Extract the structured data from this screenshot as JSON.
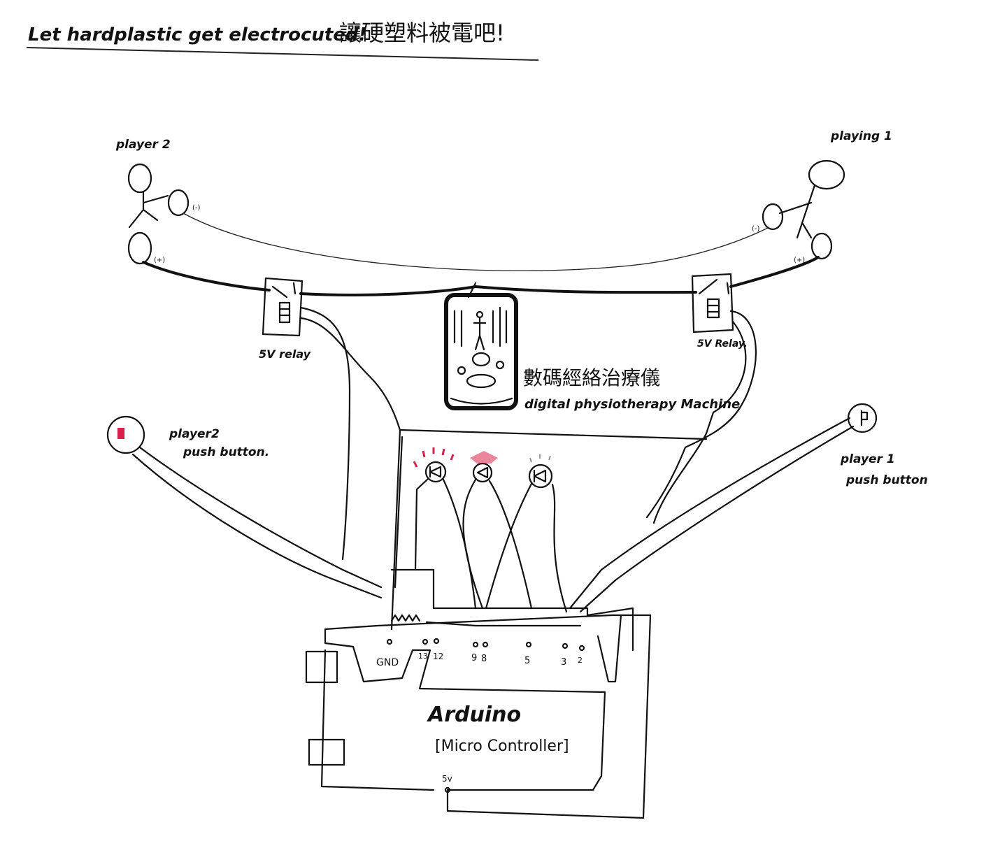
{
  "title": {
    "english": "Let hardplastic get electrocuted!",
    "chinese": "讓硬塑料被電吧!"
  },
  "players": {
    "player2_label": "player 2",
    "player1_label": "playing 1",
    "minus": "(-)",
    "plus": "(+)"
  },
  "relays": {
    "left": "5V relay",
    "right": "5V Relay."
  },
  "machine": {
    "chinese": "數碼經絡治療儀",
    "english": "digital physiotherapy Machine"
  },
  "buttons": {
    "player2": [
      "player2",
      "push button."
    ],
    "player1": [
      "player 1",
      "push button"
    ]
  },
  "arduino": {
    "name": "Arduino",
    "subtitle": "[Micro Controller]",
    "pins": [
      "GND",
      "13",
      "12",
      "9",
      "8",
      "5",
      "3",
      "2"
    ],
    "power_pin": "5v"
  },
  "colors": {
    "ink": "#111111",
    "led_red": "#d8204a"
  }
}
